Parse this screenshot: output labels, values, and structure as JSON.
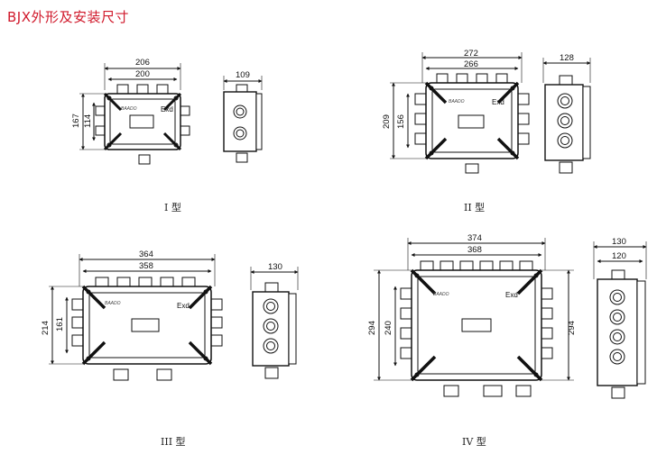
{
  "page": {
    "title": "BJX外形及安装尺寸"
  },
  "label_exd": "Exd",
  "logo_text": "BAADO",
  "types": [
    {
      "caption": "I 型",
      "front_w_outer": "206",
      "front_w_inner": "200",
      "front_h_outer": "167",
      "front_h_inner": "114",
      "side_w": "109"
    },
    {
      "caption": "II 型",
      "front_w_outer": "272",
      "front_w_inner": "266",
      "front_h_outer": "209",
      "front_h_inner": "156",
      "side_w": "128"
    },
    {
      "caption": "III 型",
      "front_w_outer": "364",
      "front_w_inner": "358",
      "front_h_outer": "214",
      "front_h_inner": "161",
      "side_w": "130"
    },
    {
      "caption": "IV 型",
      "front_w_outer": "374",
      "front_w_inner": "368",
      "front_h_outer": "294",
      "front_h_inner": "240",
      "front_h_right": "294",
      "side_w_outer": "130",
      "side_w_inner": "120"
    }
  ]
}
